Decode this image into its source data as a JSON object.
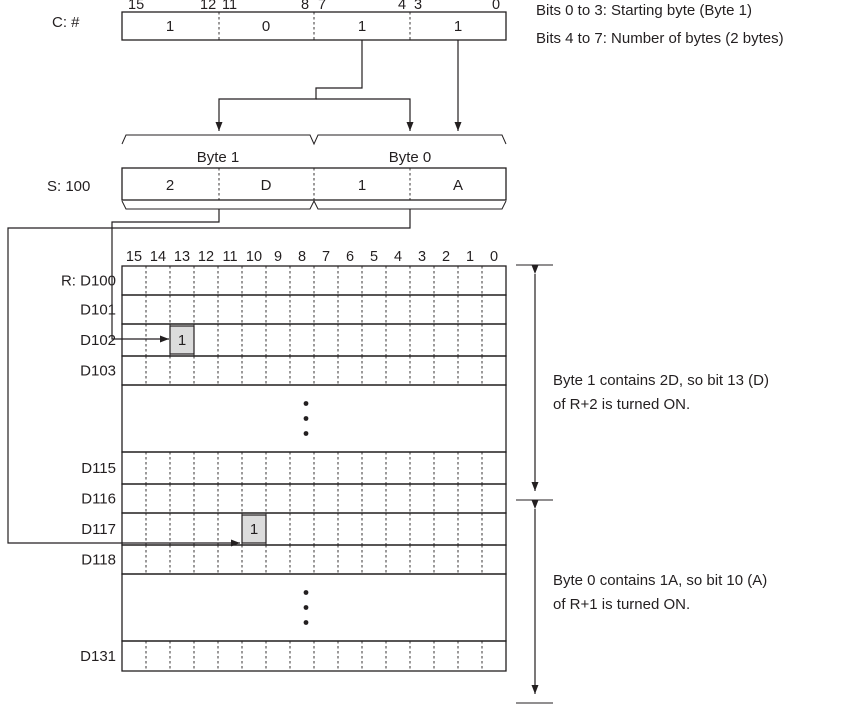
{
  "c_register": {
    "label": "C: #",
    "bit_labels": [
      "15",
      "12",
      "11",
      "8",
      "7",
      "4",
      "3",
      "0"
    ],
    "digits": [
      "1",
      "0",
      "1",
      "1"
    ]
  },
  "notes": {
    "bits_0_3": "Bits 0 to 3: Starting byte (Byte 1)",
    "bits_4_7": "Bits 4 to 7: Number of bytes (2 bytes)",
    "byte1_line1": "Byte 1 contains 2D, so bit 13 (D)",
    "byte1_line2": "of R+2 is turned ON.",
    "byte0_line1": "Byte 0 contains 1A, so bit 10 (A)",
    "byte0_line2": "of R+1 is turned ON."
  },
  "s_register": {
    "label": "S: 100",
    "byte1_label": "Byte 1",
    "byte0_label": "Byte 0",
    "digits": [
      "2",
      "D",
      "1",
      "A"
    ]
  },
  "r_table": {
    "bit_headers": [
      "15",
      "14",
      "13",
      "12",
      "11",
      "10",
      "9",
      "8",
      "7",
      "6",
      "5",
      "4",
      "3",
      "2",
      "1",
      "0"
    ],
    "rows": [
      "R: D100",
      "D101",
      "D102",
      "D103",
      "",
      "D115",
      "D116",
      "D117",
      "D118",
      "",
      "D131"
    ],
    "on_bit_value": "1",
    "ellipsis": "⋮"
  }
}
